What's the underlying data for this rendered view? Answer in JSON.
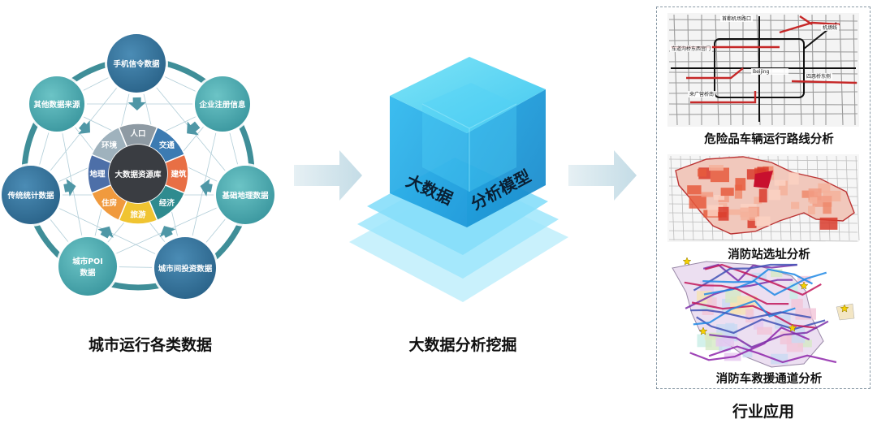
{
  "left": {
    "center": "大数据资源库",
    "segments": [
      "人口",
      "交通",
      "建筑",
      "经济",
      "旅游",
      "住房",
      "地理",
      "环境"
    ],
    "sources": [
      {
        "id": "phone",
        "label": [
          "手机信令数据"
        ]
      },
      {
        "id": "enterprise",
        "label": [
          "企业注册信息"
        ]
      },
      {
        "id": "geo",
        "label": [
          "基础地理数据"
        ]
      },
      {
        "id": "investment",
        "label": [
          "城市间投资数据"
        ]
      },
      {
        "id": "poi",
        "label": [
          "城市POI",
          "数据"
        ]
      },
      {
        "id": "stats",
        "label": [
          "传统统计数据"
        ]
      },
      {
        "id": "other",
        "label": [
          "其他数据来源"
        ]
      }
    ],
    "caption": "城市运行各类数据"
  },
  "middle": {
    "cube_label_left": "大数据",
    "cube_label_right": "分析模型",
    "caption": "大数据分析挖掘"
  },
  "right": {
    "map1": {
      "title": "危险品车辆运行路线分析",
      "labels": [
        "首都机场路口",
        "机场线",
        "车道沟桥东西宫门",
        "Beijing",
        "四惠桥东侧",
        "来广营桥南"
      ]
    },
    "map2": {
      "title": "消防站选址分析"
    },
    "map3": {
      "title": "消防车救援通道分析"
    },
    "caption": "行业应用"
  },
  "colors": {
    "source_teal": "#4aa3ab",
    "source_blue": "#2f6d95",
    "ring": "#3f8e98",
    "cube": "#33c3ee",
    "arrow": "#cfe3ec"
  }
}
